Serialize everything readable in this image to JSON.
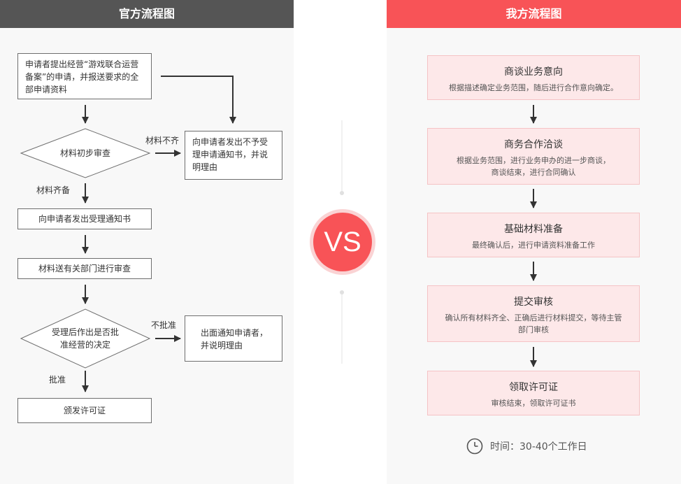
{
  "left_panel": {
    "header": "官方流程图",
    "box_apply": "申请者提出经营“游戏联合运营备案”的申请，并报送要求的全部申请资料",
    "diamond_initial_review": "材料初步审查",
    "label_incomplete": "材料不齐",
    "box_reject_notice": "向申请者发出不予受理申请通知书，并说明理由",
    "label_complete": "材料齐备",
    "box_accept_notice": "向申请者发出受理通知书",
    "box_dept_review": "材料送有关部门进行审查",
    "diamond_decision": "受理后作出是否批准经营的决定",
    "label_not_approved": "不批准",
    "box_notify_applicant": "出面通知申请者，并说明理由",
    "label_approved": "批准",
    "box_issue_license": "颁发许可证"
  },
  "vs_badge": "VS",
  "right_panel": {
    "header": "我方流程图",
    "steps": [
      {
        "title": "商谈业务意向",
        "desc": "根据描述确定业务范围，随后进行合作意向确定。"
      },
      {
        "title": "商务合作洽谈",
        "desc": "根据业务范围，进行业务申办的进一步商谈，商谈结束，进行合同确认"
      },
      {
        "title": "基础材料准备",
        "desc": "最终确认后，进行申请资料准备工作"
      },
      {
        "title": "提交审核",
        "desc": "确认所有材料齐全、正确后进行材料提交，等待主管部门审核"
      },
      {
        "title": "领取许可证",
        "desc": "审核结束，领取许可证书"
      }
    ],
    "time_text": "时间：30-40个工作日",
    "clock_icon": "clock-icon"
  },
  "colors": {
    "dark_header": "#555555",
    "accent_red": "#f85357",
    "step_bg": "#fde8e9",
    "step_border": "#f5c3c5"
  }
}
